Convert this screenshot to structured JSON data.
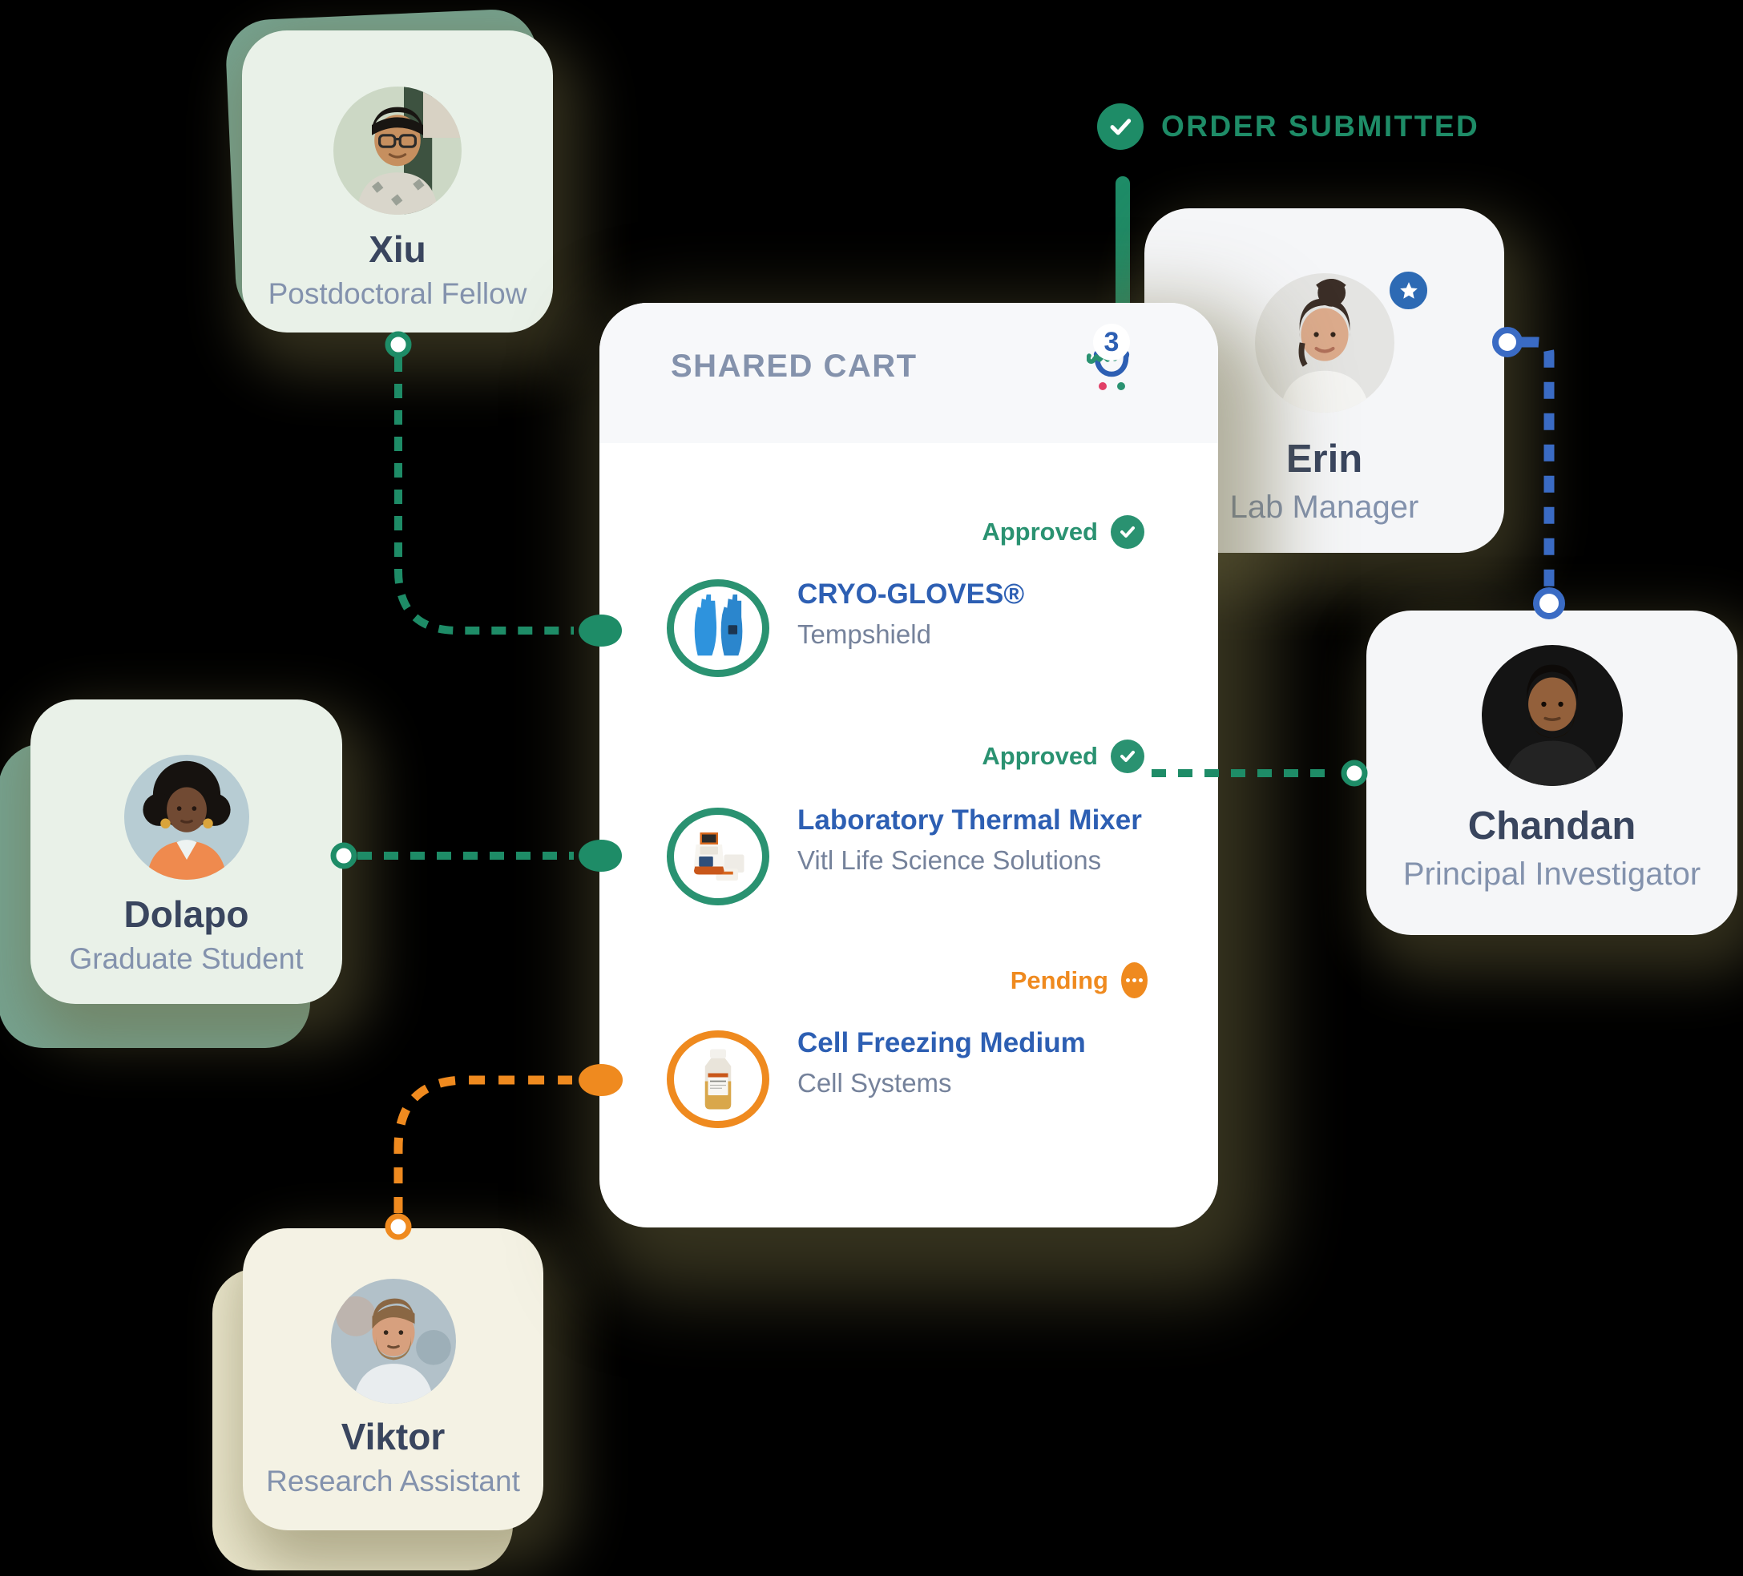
{
  "order_submitted": {
    "label": "ORDER SUBMITTED",
    "icon": "check-icon"
  },
  "cart": {
    "title": "SHARED CART",
    "count": "3",
    "cart_icon": "shopping-cart-icon",
    "items": [
      {
        "title": "CRYO-GLOVES®",
        "brand": "Tempshield",
        "status": "Approved",
        "status_icon": "check-icon",
        "item_icon": "cryo-gloves-icon"
      },
      {
        "title": "Laboratory Thermal Mixer",
        "brand": "Vitl Life Science Solutions",
        "status": "Approved",
        "status_icon": "check-icon",
        "item_icon": "thermal-mixer-icon"
      },
      {
        "title": "Cell Freezing Medium",
        "brand": "Cell Systems",
        "status": "Pending",
        "status_icon": "ellipsis-dots-icon",
        "item_icon": "reagent-bottle-icon"
      }
    ]
  },
  "people": {
    "xiu": {
      "name": "Xiu",
      "role": "Postdoctoral Fellow"
    },
    "dolapo": {
      "name": "Dolapo",
      "role": "Graduate Student"
    },
    "viktor": {
      "name": "Viktor",
      "role": "Research Assistant"
    },
    "erin": {
      "name": "Erin",
      "role": "Lab Manager",
      "badge_icon": "star-icon"
    },
    "chandan": {
      "name": "Chandan",
      "role": "Principal Investigator"
    }
  },
  "colors": {
    "approved_green": "#2a9271",
    "submitted_green": "#1e8c67",
    "pending_orange": "#ef8a1f",
    "connector_blue": "#3a6bc4",
    "item_title_blue": "#2d5fb3",
    "name_navy": "#39455e",
    "role_gray": "#8392ad",
    "header_gray": "#8492ac",
    "mint_card": "#e9f1e8",
    "teal_offset": "#76a28f",
    "cream_card": "#f4f2e4",
    "cream_offset": "#eae6cc",
    "white_card": "#f5f6f8",
    "wheel_pink": "#e13f66"
  }
}
